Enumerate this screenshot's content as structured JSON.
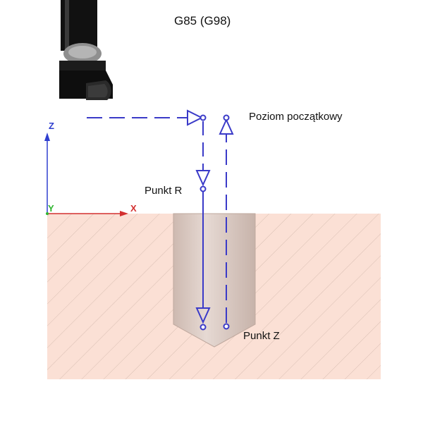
{
  "title": "G85 (G98)",
  "labels": {
    "initial_level": "Poziom początkowy",
    "point_r": "Punkt R",
    "point_z": "Punkt Z"
  },
  "axes": {
    "z": "Z",
    "y": "Y",
    "x": "X"
  },
  "colors": {
    "path": "#3a3ac8",
    "workpiece": "#fbe0d5",
    "hatch": "#d9bfb3",
    "hole": "#d8c8c0",
    "axis_z": "#2f3fcf",
    "axis_y": "#2fb52f",
    "axis_x": "#d33030",
    "tool": "#111111"
  },
  "icons": {
    "tool": "boring-bar-tool-icon"
  }
}
